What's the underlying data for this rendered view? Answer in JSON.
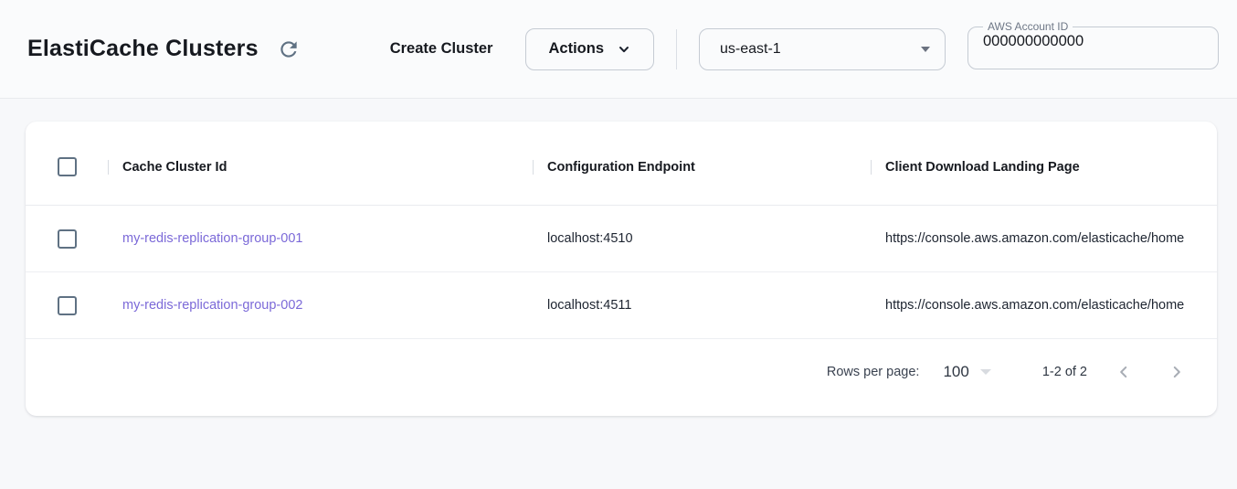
{
  "colors": {
    "link_purple": "#7b69d8",
    "card_background": "#ffffff",
    "page_background": "#f7f8fa"
  },
  "topbar": {
    "title": "ElastiCache Clusters",
    "create_cluster_label": "Create Cluster",
    "actions_label": "Actions",
    "region_value": "us-east-1",
    "account_id_label": "AWS Account ID",
    "account_id_value": "000000000000"
  },
  "table": {
    "columns": [
      {
        "label": "Cache Cluster Id"
      },
      {
        "label": "Configuration Endpoint"
      },
      {
        "label": "Client Download Landing Page"
      }
    ],
    "rows": [
      {
        "cache_cluster_id": "my-redis-replication-group-001",
        "configuration_endpoint": "localhost:4510",
        "client_download_landing_page": "https://console.aws.amazon.com/elasticache/home"
      },
      {
        "cache_cluster_id": "my-redis-replication-group-002",
        "configuration_endpoint": "localhost:4511",
        "client_download_landing_page": "https://console.aws.amazon.com/elasticache/home"
      }
    ]
  },
  "pagination": {
    "rows_per_page_label": "Rows per page:",
    "rows_per_page_value": "100",
    "range_label": "1-2 of 2"
  },
  "icons": {
    "refresh": "circular-arrow-clockwise",
    "actions_caret": "chevron-down",
    "region_caret": "triangle-down",
    "page_size_caret": "triangle-down",
    "previous_page": "chevron-left",
    "next_page": "chevron-right"
  }
}
